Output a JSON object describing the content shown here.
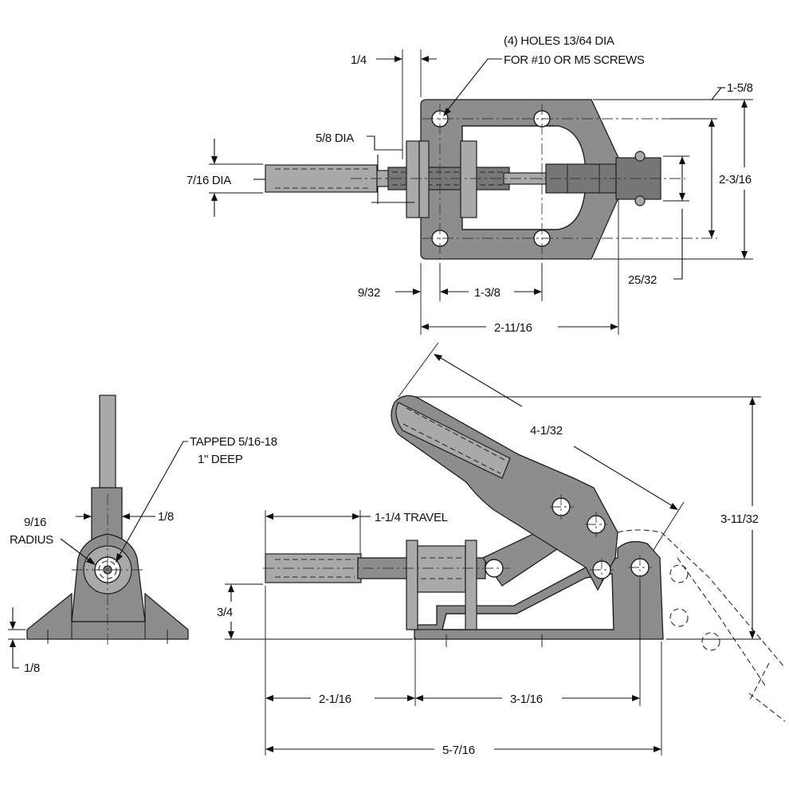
{
  "top_view": {
    "holes_note_line1": "(4) HOLES 13/64 DIA",
    "holes_note_line2": "FOR #10 OR M5 SCREWS",
    "dim_quarter": "1/4",
    "dim_five_eighths_dia": "5/8 DIA",
    "dim_seven_sixteenths_dia": "7/16 DIA",
    "dim_one_five_eighths": "1-5/8",
    "dim_two_three_sixteenths": "2-3/16",
    "dim_twenty_five_thirty_seconds": "25/32",
    "dim_nine_thirty_seconds": "9/32",
    "dim_one_three_eighths": "1-3/8",
    "dim_two_eleven_sixteenths": "2-11/16"
  },
  "end_view": {
    "tapped_line1": "TAPPED 5/16-18",
    "tapped_line2": "1\" DEEP",
    "radius_line1": "9/16",
    "radius_line2": "RADIUS",
    "dim_one_eighth_top": "1/8",
    "dim_one_eighth_bottom": "1/8"
  },
  "side_view": {
    "dim_handle_length": "4-1/32",
    "dim_travel": "1-1/4 TRAVEL",
    "dim_height": "3-11/32",
    "dim_three_quarters": "3/4",
    "dim_two_one_sixteenth": "2-1/16",
    "dim_three_one_sixteenth": "3-1/16",
    "dim_overall": "5-7/16"
  }
}
